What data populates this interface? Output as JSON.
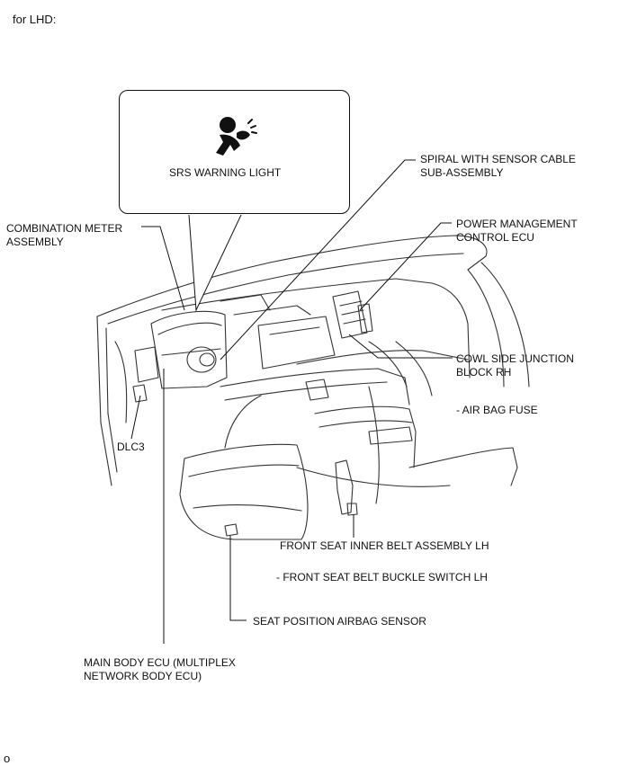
{
  "header": {
    "variant_label": "for LHD:"
  },
  "callout": {
    "warning_light_label": "SRS WARNING LIGHT"
  },
  "labels": {
    "combination_meter": "COMBINATION METER\nASSEMBLY",
    "spiral_cable": "SPIRAL WITH SENSOR CABLE\nSUB-ASSEMBLY",
    "power_mgmt_ecu": "POWER MANAGEMENT\nCONTROL ECU",
    "cowl_junction": "COWL SIDE JUNCTION\nBLOCK RH",
    "air_bag_fuse": "- AIR BAG FUSE",
    "dlc3": "DLC3",
    "inner_belt": "FRONT SEAT INNER BELT ASSEMBLY LH",
    "buckle_switch": "- FRONT SEAT BELT BUCKLE SWITCH LH",
    "seat_sensor": "SEAT POSITION AIRBAG SENSOR",
    "main_body_ecu": "MAIN BODY ECU (MULTIPLEX\nNETWORK BODY ECU)"
  },
  "footer": {
    "corner_mark": "o"
  },
  "icons": {
    "warning_icon": "airbag-person-icon"
  }
}
